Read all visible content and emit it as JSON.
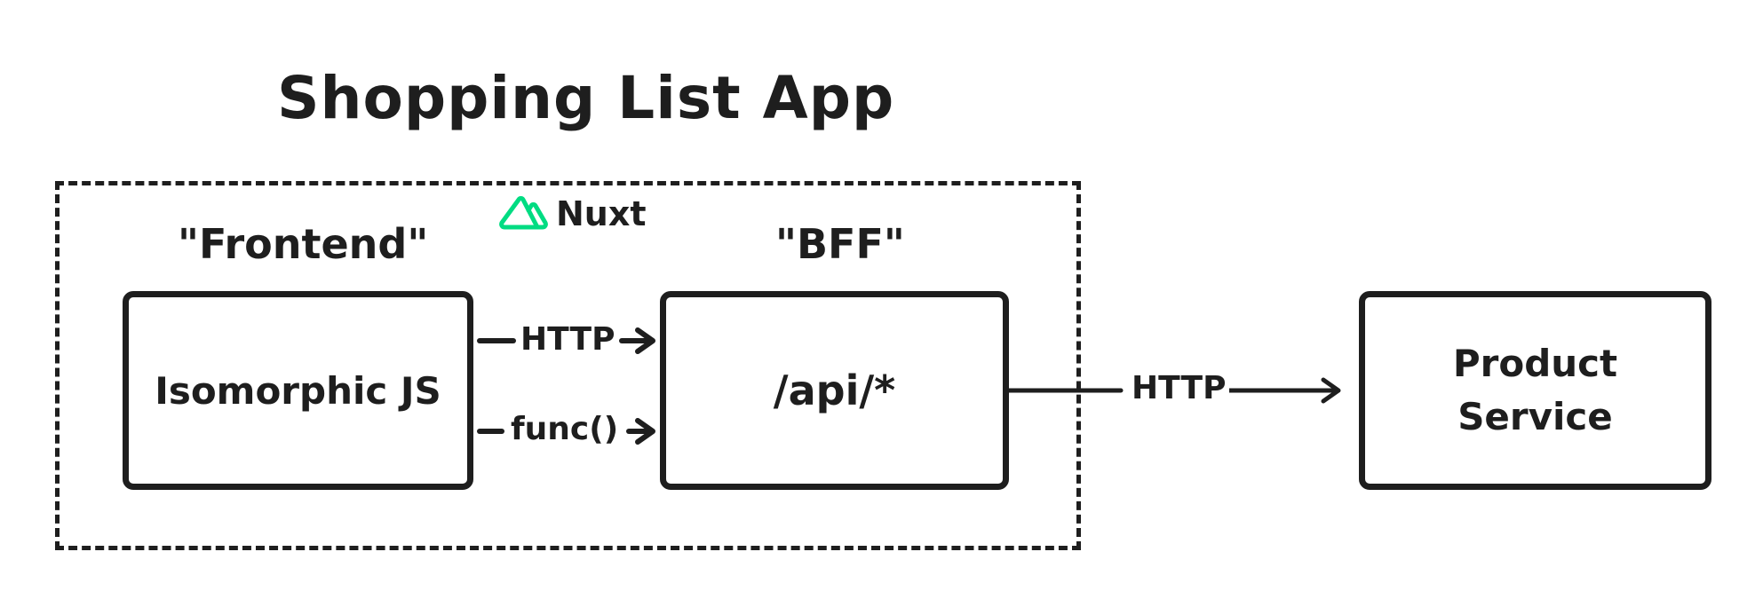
{
  "diagram": {
    "title": "Shopping List App",
    "group": {
      "logo_text": "Nuxt",
      "logo_color": "#00dc82"
    },
    "nodes": {
      "frontend_heading": "\"Frontend\"",
      "bff_heading": "\"BFF\"",
      "isomorphic": "Isomorphic JS",
      "api": "/api/*",
      "product_service": "Product\nService"
    },
    "edges": {
      "iso_to_api_http": "HTTP",
      "iso_to_api_func": "func()",
      "api_to_product": "HTTP"
    },
    "colors": {
      "stroke": "#1e1e1e",
      "background": "#ffffff"
    }
  }
}
